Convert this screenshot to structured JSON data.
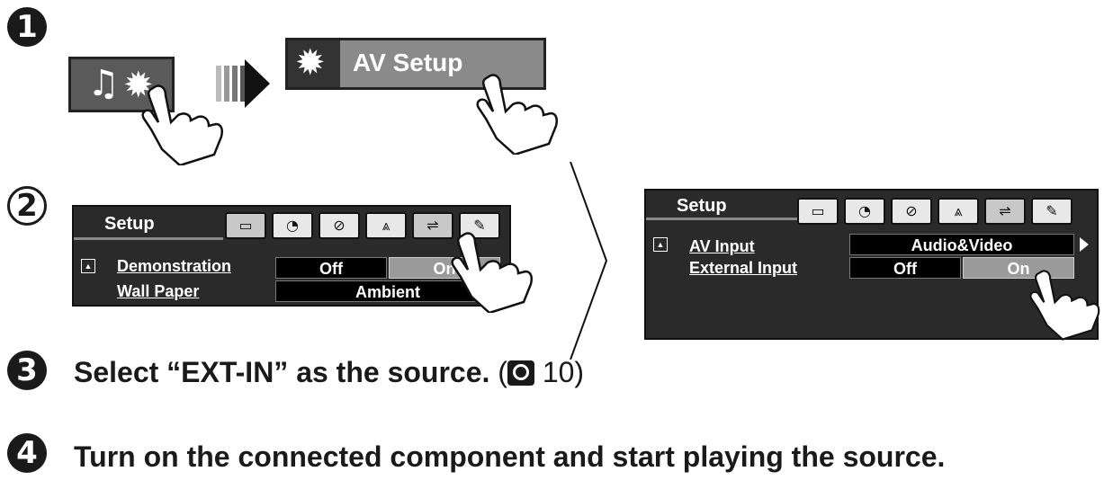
{
  "step1": {
    "number": "1",
    "music_button_icon": "music-note-gear-icon",
    "av_setup_label": "AV Setup"
  },
  "step2": {
    "number": "2",
    "setup_title": "Setup",
    "tabs": [
      "monitor-icon",
      "clock-icon",
      "disc-icon",
      "antenna-icon",
      "input-icon",
      "wrench-icon"
    ],
    "rows": [
      {
        "label": "Demonstration",
        "off": "Off",
        "on": "On"
      },
      {
        "label": "Wall Paper",
        "value": "Ambient"
      }
    ]
  },
  "result_panel": {
    "setup_title": "Setup",
    "rows": [
      {
        "label": "AV Input",
        "value": "Audio&Video"
      },
      {
        "label": "External Input",
        "off": "Off",
        "on": "On"
      }
    ]
  },
  "step3": {
    "number": "3",
    "text": "Select “EXT-IN” as the source.",
    "ref_open": "(",
    "ref_page": "10)"
  },
  "step4": {
    "number": "4",
    "text": "Turn on the connected component and start playing the source."
  }
}
